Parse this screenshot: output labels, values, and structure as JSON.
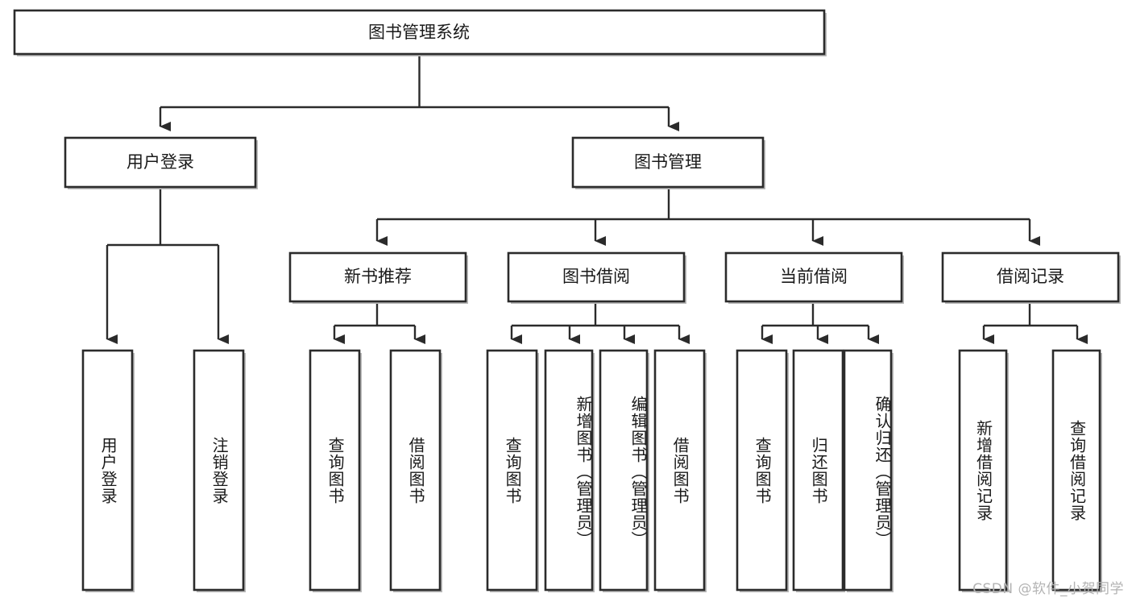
{
  "diagram": {
    "title": "图书管理系统",
    "type": "hierarchy-tree",
    "root": {
      "id": "root",
      "label": "图书管理系统",
      "orientation": "horizontal"
    },
    "level2": [
      {
        "id": "user-login",
        "label": "用户登录",
        "orientation": "horizontal"
      },
      {
        "id": "book-manage",
        "label": "图书管理",
        "orientation": "horizontal"
      }
    ],
    "level3": [
      {
        "id": "new-book-rec",
        "label": "新书推荐",
        "orientation": "horizontal",
        "parent": "book-manage"
      },
      {
        "id": "book-borrow",
        "label": "图书借阅",
        "orientation": "horizontal",
        "parent": "book-manage"
      },
      {
        "id": "current-borrow",
        "label": "当前借阅",
        "orientation": "horizontal",
        "parent": "book-manage"
      },
      {
        "id": "borrow-record",
        "label": "借阅记录",
        "orientation": "horizontal",
        "parent": "book-manage"
      }
    ],
    "leaves": [
      {
        "id": "leaf-user-login",
        "label": "用户登录",
        "parent": "user-login"
      },
      {
        "id": "leaf-logout-login",
        "label": "注销登录",
        "parent": "user-login"
      },
      {
        "id": "leaf-query-book-rec",
        "label": "查询图书",
        "parent": "new-book-rec"
      },
      {
        "id": "leaf-borrow-book-rec",
        "label": "借阅图书",
        "parent": "new-book-rec"
      },
      {
        "id": "leaf-query-book-borrow",
        "label": "查询图书",
        "parent": "book-borrow"
      },
      {
        "id": "leaf-add-book-admin",
        "label": "新增图书（管理员）",
        "parent": "book-borrow"
      },
      {
        "id": "leaf-edit-book-admin",
        "label": "编辑图书（管理员）",
        "parent": "book-borrow"
      },
      {
        "id": "leaf-borrow-book",
        "label": "借阅图书",
        "parent": "book-borrow"
      },
      {
        "id": "leaf-query-book-cur",
        "label": "查询图书",
        "parent": "current-borrow"
      },
      {
        "id": "leaf-return-book",
        "label": "归还图书",
        "parent": "current-borrow"
      },
      {
        "id": "leaf-confirm-return-admin",
        "label": "确认归还（管理员）",
        "parent": "current-borrow"
      },
      {
        "id": "leaf-add-borrow-record",
        "label": "新增借阅记录",
        "parent": "borrow-record"
      },
      {
        "id": "leaf-query-borrow-record",
        "label": "查询借阅记录",
        "parent": "borrow-record"
      }
    ]
  },
  "watermark": {
    "text": "CSDN @软件_小贺同学"
  },
  "colors": {
    "box_stroke": "#2b2b2b",
    "box_fill": "#ffffff",
    "connector": "#2b2b2b",
    "text": "#1a1a1a",
    "watermark": "#b3b3b3",
    "background": "#ffffff"
  }
}
